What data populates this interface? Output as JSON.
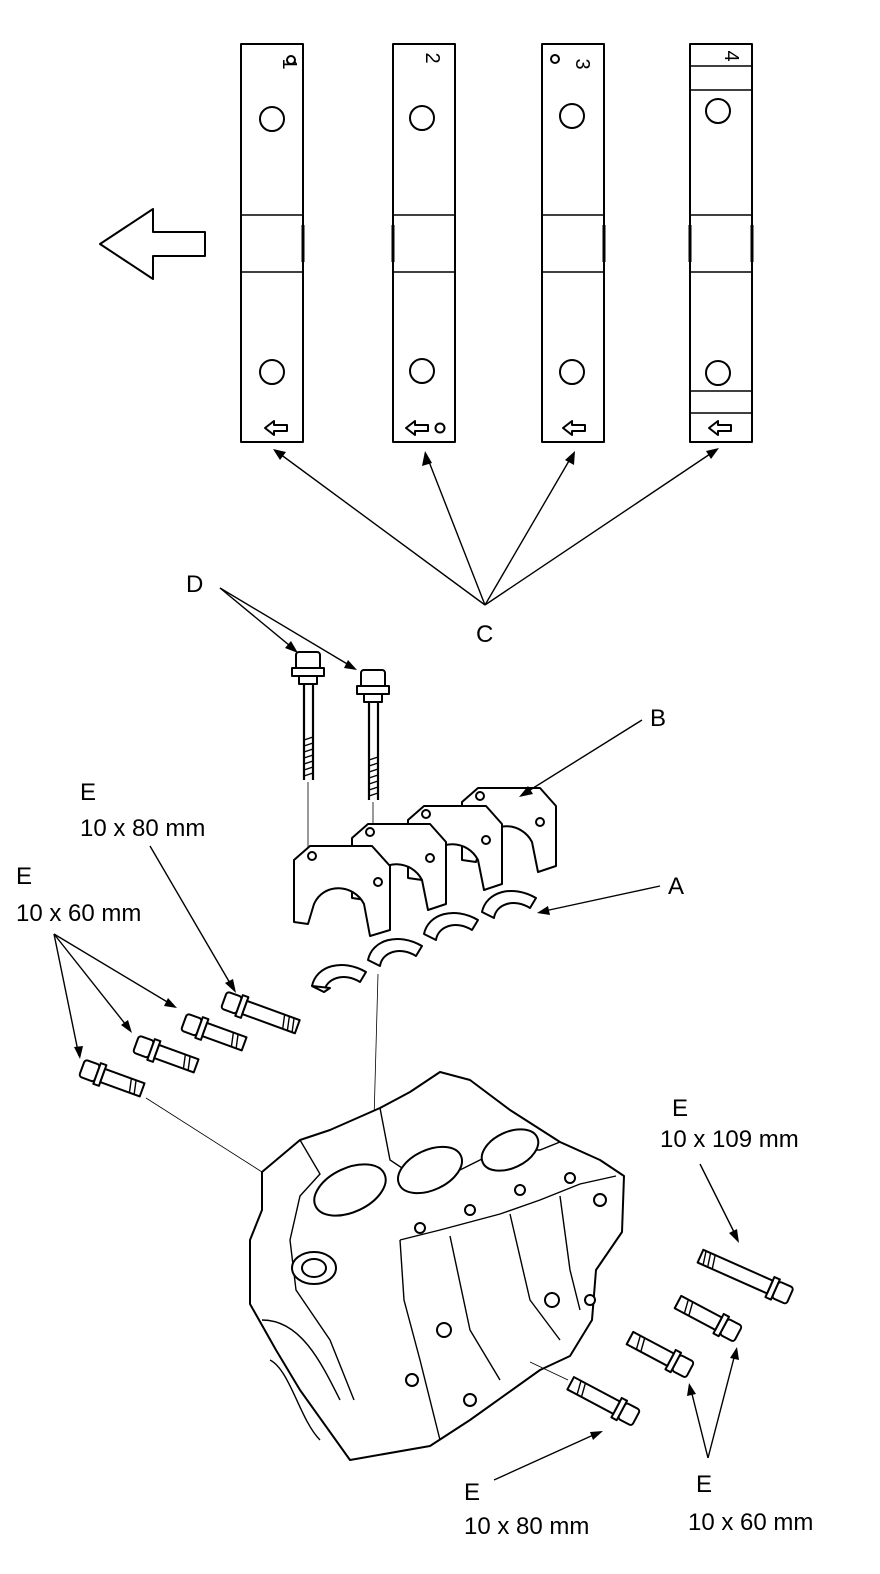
{
  "callouts": {
    "A": "A",
    "B": "B",
    "C": "C",
    "D": "D",
    "E_upper_left_80": {
      "letter": "E",
      "size": "10 x 80 mm"
    },
    "E_left_60": {
      "letter": "E",
      "size": "10 x 60 mm"
    },
    "E_right_109": {
      "letter": "E",
      "size": "10 x 109 mm"
    },
    "E_bottom_80": {
      "letter": "E",
      "size": "10 x 80 mm"
    },
    "E_bottom_60": {
      "letter": "E",
      "size": "10 x 60 mm"
    }
  },
  "bearing_caps": [
    {
      "number": "1",
      "has_dot_top": true,
      "has_dot_bottom": false
    },
    {
      "number": "2",
      "has_dot_top": false,
      "has_dot_bottom": true
    },
    {
      "number": "3",
      "has_dot_top": true,
      "has_dot_bottom": false
    },
    {
      "number": "4",
      "has_dot_top": false,
      "has_dot_bottom": false
    }
  ],
  "icons": [
    "direction-arrow-icon"
  ]
}
